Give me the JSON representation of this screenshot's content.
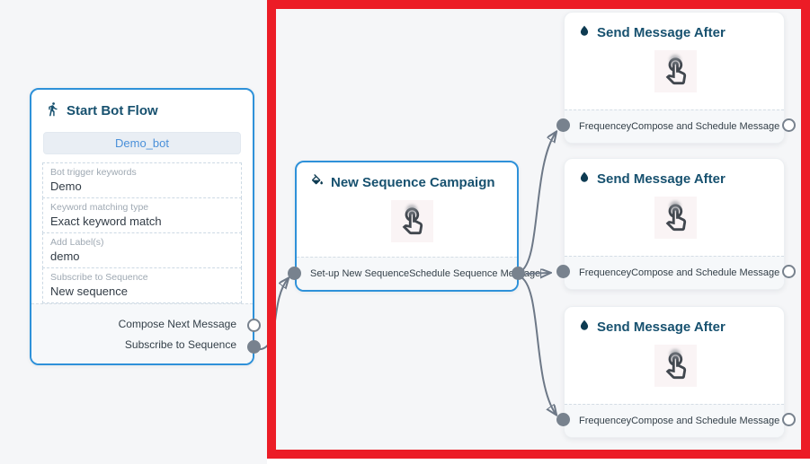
{
  "colors": {
    "canvas_bg": "#f5f6f8",
    "node_border_blue": "#2e91d9",
    "header_text": "#17516f",
    "highlight_red": "#ec1c26",
    "port_gray": "#78828e",
    "edge_gray": "#6d7887",
    "bot_button_text": "#4a90d9",
    "bot_button_bg": "#e9eef4"
  },
  "flow": {
    "start_node": {
      "title": "Start Bot Flow",
      "icon": "walking-person-icon",
      "bot_button": "Demo_bot",
      "fields": [
        {
          "label": "Bot trigger keywords",
          "value": "Demo"
        },
        {
          "label": "Keyword matching type",
          "value": "Exact keyword match"
        },
        {
          "label": "Add Label(s)",
          "value": "demo"
        },
        {
          "label": "Subscribe to Sequence",
          "value": "New sequence"
        }
      ],
      "outputs": [
        {
          "label": "Compose Next Message",
          "connected": false
        },
        {
          "label": "Subscribe to Sequence",
          "connected": true
        }
      ]
    },
    "sequence_node": {
      "title": "New Sequence Campaign",
      "icon": "paint-bucket-icon",
      "body_icon": "tap-hand-icon",
      "input_label": "Set-up New Sequence",
      "output_label": "Schedule Sequence Message"
    },
    "send_message_node": {
      "title": "Send Message After",
      "icon": "water-drop-icon",
      "body_icon": "tap-hand-icon",
      "input_label": "Frequencey",
      "output_label": "Compose and Schedule Message",
      "count": 3
    }
  }
}
